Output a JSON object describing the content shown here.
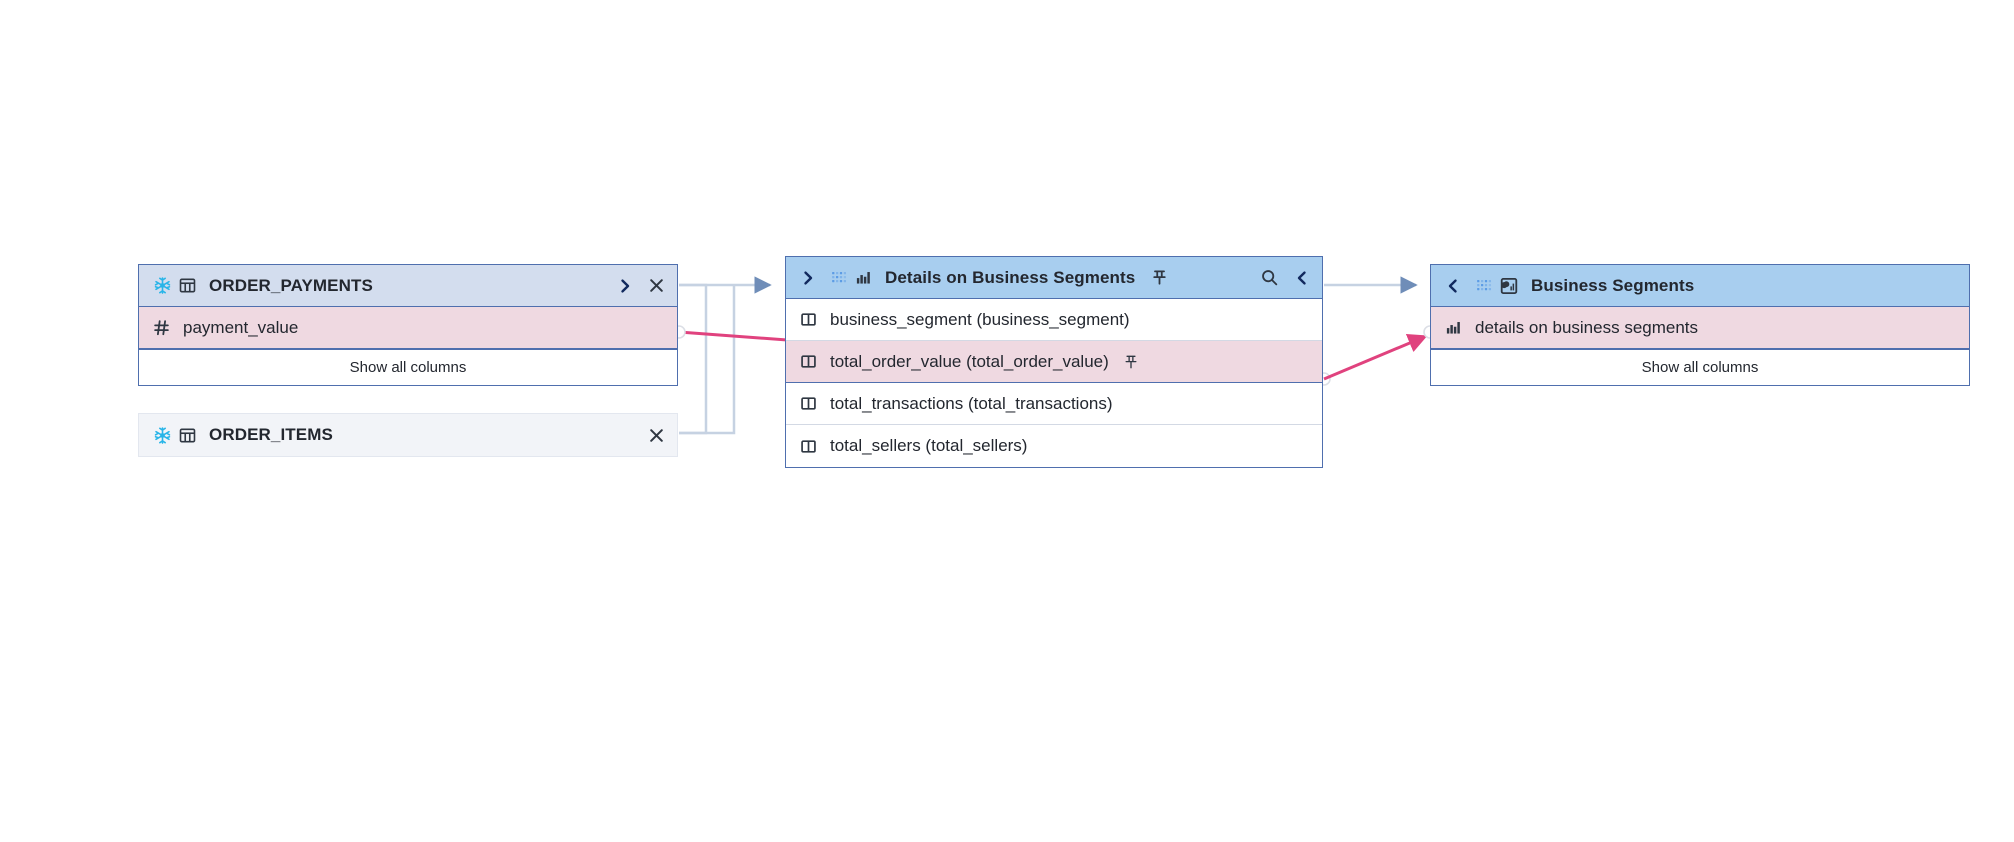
{
  "canvas": {
    "background": "#ffffff",
    "edge_color_plain": "#c6d2e2",
    "edge_color_highlight": "#e0427e",
    "border_color": "#4f6fae"
  },
  "nodes": [
    {
      "id": "order-payments",
      "title": "ORDER_PAYMENTS",
      "source_icon": "snowflake-icon",
      "type_icon": "table-icon",
      "header_style": "light-blue",
      "header_actions": [
        {
          "name": "expand-right-icon",
          "glyph": "chevron-right"
        },
        {
          "name": "close-icon",
          "glyph": "close"
        }
      ],
      "columns": [
        {
          "label": "payment_value",
          "icon": "number-icon",
          "highlighted": true,
          "pinned": false
        }
      ],
      "show_all_label": "Show all columns"
    },
    {
      "id": "order-items",
      "title": "ORDER_ITEMS",
      "source_icon": "snowflake-icon",
      "type_icon": "table-icon",
      "header_style": "gray",
      "header_actions": [
        {
          "name": "close-icon",
          "glyph": "close"
        }
      ],
      "columns": [],
      "show_all_label": ""
    },
    {
      "id": "details-on-business-segments",
      "title": "Details on Business Segments",
      "source_icon": "metabase-icon",
      "type_icon": "bar-chart-icon",
      "header_style": "blue",
      "header_actions": [
        {
          "name": "expand-right-icon",
          "glyph": "chevron-right"
        },
        {
          "name": "pin-icon",
          "glyph": "pin-filled"
        },
        {
          "name": "search-icon",
          "glyph": "magnifier"
        },
        {
          "name": "collapse-left-icon",
          "glyph": "chevron-left"
        }
      ],
      "columns": [
        {
          "label": "business_segment (business_segment)",
          "icon": "column-icon",
          "highlighted": false,
          "pinned": false
        },
        {
          "label": "total_order_value (total_order_value)",
          "icon": "column-icon",
          "highlighted": true,
          "pinned": true
        },
        {
          "label": "total_transactions (total_transactions)",
          "icon": "column-icon",
          "highlighted": false,
          "pinned": false
        },
        {
          "label": "total_sellers (total_sellers)",
          "icon": "column-icon",
          "highlighted": false,
          "pinned": false
        }
      ],
      "show_all_label": ""
    },
    {
      "id": "business-segments",
      "title": "Business Segments",
      "source_icon": "metabase-icon",
      "type_icon": "dashboard-icon",
      "header_style": "blue",
      "header_actions": [
        {
          "name": "collapse-left-icon",
          "glyph": "chevron-left"
        }
      ],
      "columns": [
        {
          "label": "details on business segments",
          "icon": "bar-chart-icon",
          "highlighted": true,
          "pinned": false
        }
      ],
      "show_all_label": "Show all columns"
    }
  ],
  "labels": {
    "show_all_columns": "Show all columns"
  }
}
